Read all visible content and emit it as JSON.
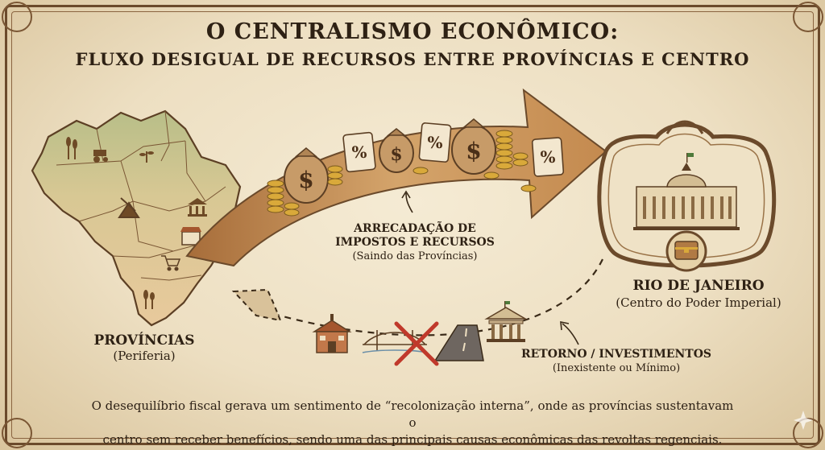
{
  "title": {
    "line1": "O CENTRALISMO ECONÔMICO:",
    "line2": "FLUXO DESIGUAL DE RECURSOS ENTRE PROVÍNCIAS E CENTRO"
  },
  "provinces": {
    "name": "PROVÍNCIAS",
    "sub": "(Periferia)"
  },
  "center": {
    "name": "RIO DE JANEIRO",
    "sub": "(Centro do Poder Imperial)"
  },
  "tax_flow": {
    "line1": "ARRECADAÇÃO DE",
    "line2": "IMPOSTOS E RECURSOS",
    "sub": "(Saindo das Províncias)",
    "symbol_dollar": "$",
    "symbol_percent": "%"
  },
  "return_flow": {
    "title": "RETORNO / INVESTIMENTOS",
    "sub": "(Inexistente ou Mínimo)"
  },
  "caption": {
    "line1": "O desequilíbrio fiscal gerava um sentimento de “recolonização interna”, onde as províncias sustentavam o",
    "line2": "centro sem receber benefícios, sendo uma das principais causas econômicas das revoltas regenciais."
  },
  "icons": [
    "wheat-icon",
    "tractor-icon",
    "mine-icon",
    "shop-icon",
    "cart-icon",
    "money-bag-icon",
    "percent-scroll-icon",
    "coin-stack-icon",
    "palace-icon",
    "treasure-chest-icon",
    "school-icon",
    "bridge-icon",
    "road-icon",
    "bank-icon",
    "cross-mark-icon"
  ],
  "colors": {
    "ink": "#2e2114",
    "arrow": "#b07a44",
    "map_north": "#b9bf8a",
    "map_south": "#e6c79b",
    "cross": "#c0392b",
    "coin": "#d9a93a"
  }
}
